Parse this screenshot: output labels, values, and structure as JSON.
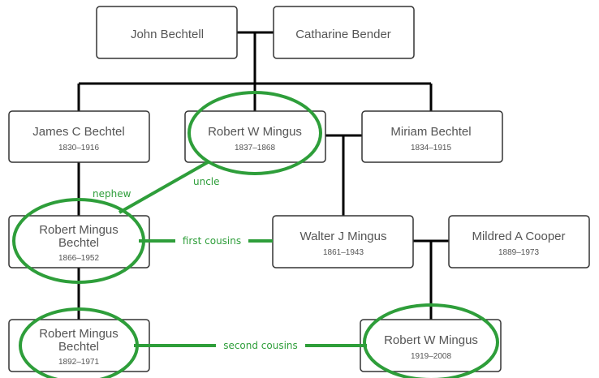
{
  "people": {
    "john": {
      "name": "John Bechtell"
    },
    "catharine": {
      "name": "Catharine Bender"
    },
    "james": {
      "name": "James C Bechtel",
      "dates": "1830–1916"
    },
    "robert_sr": {
      "name": "Robert W Mingus",
      "dates": "1837–1868"
    },
    "miriam": {
      "name": "Miriam Bechtel",
      "dates": "1834–1915"
    },
    "robert_mb1": {
      "name_line1": "Robert Mingus",
      "name_line2": "Bechtel",
      "dates": "1866–1952"
    },
    "walter": {
      "name": "Walter J Mingus",
      "dates": "1861–1943"
    },
    "mildred": {
      "name": "Mildred A Cooper",
      "dates": "1889–1973"
    },
    "robert_mb2": {
      "name_line1": "Robert Mingus",
      "name_line2": "Bechtel",
      "dates": "1892–1971"
    },
    "robert_jr": {
      "name": "Robert W Mingus",
      "dates": "1919–2008"
    }
  },
  "relationships": {
    "nephew": "nephew",
    "uncle": "uncle",
    "first_cousins": "first cousins",
    "second_cousins": "second cousins"
  },
  "colors": {
    "highlight": "#2e9e3a",
    "box_border": "#333333",
    "line": "#000000",
    "text": "#555555"
  }
}
